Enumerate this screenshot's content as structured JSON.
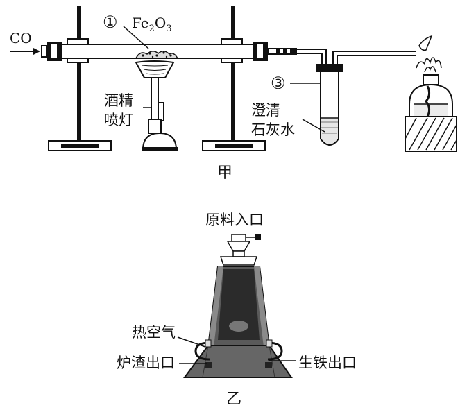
{
  "figure_a": {
    "gas_inlet": "CO",
    "tube_number": "①",
    "reactant_main": "Fe",
    "reactant_sub1": "2",
    "reactant_mid": "O",
    "reactant_sub2": "3",
    "burner_line1": "酒精",
    "burner_line2": "喷灯",
    "bottle_number": "③",
    "limewater_line1": "澄清",
    "limewater_line2": "石灰水",
    "caption": "甲"
  },
  "figure_b": {
    "feed_label": "原料入口",
    "air_label": "热空气",
    "slag_label": "炉渣出口",
    "iron_label": "生铁出口",
    "caption": "乙"
  }
}
